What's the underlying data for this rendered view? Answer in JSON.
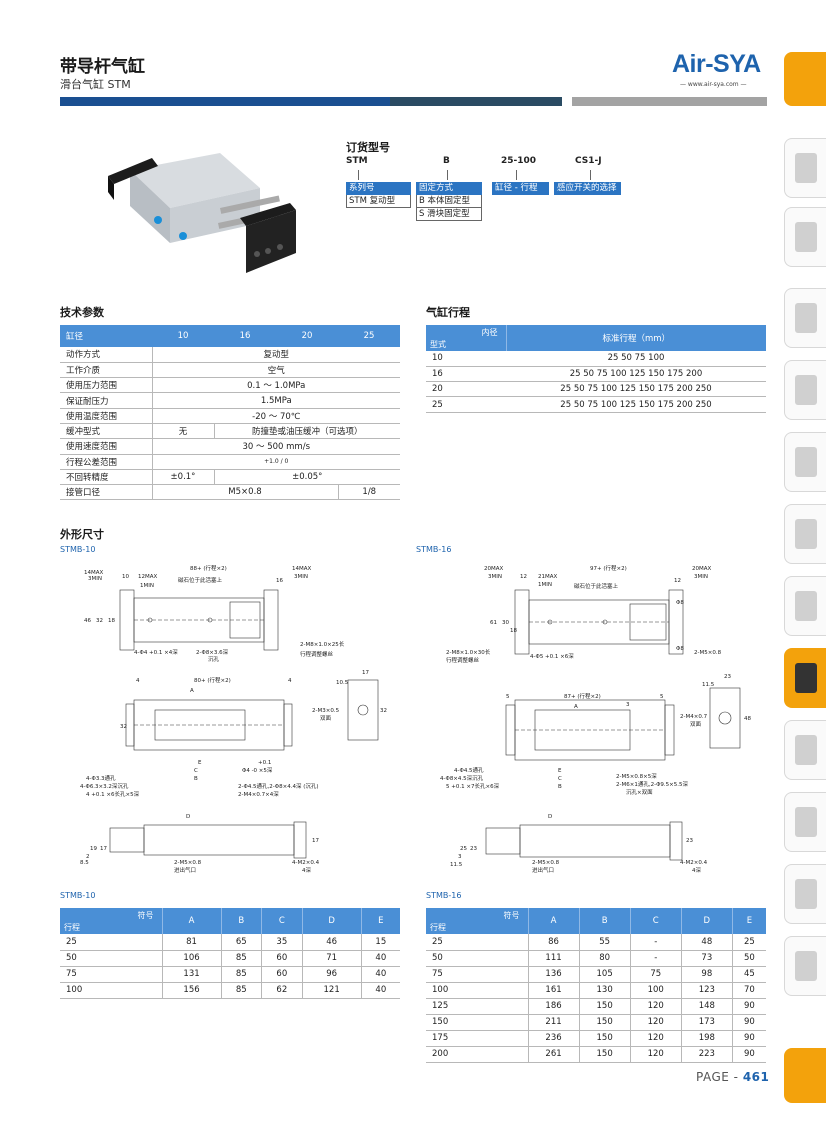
{
  "header": {
    "title": "带导杆气缸",
    "subtitle": "滑台气缸 STM",
    "logo": "Air-SYA",
    "logo_url": "— www.air-sya.com —"
  },
  "order": {
    "heading": "订货型号",
    "codes": [
      "STM",
      "B",
      "25-100",
      "CS1-J"
    ],
    "series_label": "系列号",
    "series_row": [
      "STM",
      "复动型"
    ],
    "fix_label": "固定方式",
    "fix_rows": [
      [
        "B",
        "本体固定型"
      ],
      [
        "S",
        "滑块固定型"
      ]
    ],
    "bore_stroke_label": "缸径 - 行程",
    "switch_label": "感应开关的选择"
  },
  "tech": {
    "heading": "技术参数",
    "header": [
      "缸径",
      "10",
      "16",
      "20",
      "25"
    ],
    "rows": {
      "action": [
        "动作方式",
        "复动型"
      ],
      "medium": [
        "工作介质",
        "空气"
      ],
      "pressure": [
        "使用压力范围",
        "0.1 ～ 1.0MPa"
      ],
      "proof": [
        "保证耐压力",
        "1.5MPa"
      ],
      "temp": [
        "使用温度范围",
        "-20 ～ 70℃"
      ],
      "cushion": [
        "缓冲型式",
        "无",
        "防撞垫或油压缓冲（可选项）"
      ],
      "speed": [
        "使用速度范围",
        "30 ～ 500 mm/s"
      ],
      "tolerance": [
        "行程公差范围",
        "+1.0 / 0"
      ],
      "rotation": [
        "不回转精度",
        "±0.1°",
        "±0.05°"
      ],
      "port": [
        "接管口径",
        "M5×0.8",
        "1/8"
      ]
    }
  },
  "stroke": {
    "heading": "气缸行程",
    "corner_top": "内径",
    "corner_bottom": "型式",
    "col": "标准行程（mm）",
    "rows": [
      [
        "10",
        "25 50 75 100"
      ],
      [
        "16",
        "25 50 75 100 125 150 175 200"
      ],
      [
        "20",
        "25 50 75 100 125 150 175 200 250"
      ],
      [
        "25",
        "25 50 75 100 125 150 175 200 250"
      ]
    ]
  },
  "outline": {
    "heading": "外形尺寸",
    "label_10": "STMB-10",
    "label_16": "STMB-16",
    "d10": {
      "top_dims": [
        "14MAX",
        "3MIN",
        "10",
        "12MAX",
        "1MIN",
        "88+ (行程×2)",
        "磁石位于此活塞上",
        "14MAX",
        "3MIN",
        "16"
      ],
      "side_dims": [
        "46",
        "32",
        "18"
      ],
      "notes": [
        "4-Φ4 +0.1 ×4深",
        "2-Φ8×3.6深",
        "沉孔",
        "2-M8×1.0×25长",
        "行程调整螺丝"
      ],
      "mid_dims": [
        "4",
        "80+ (行程×2)",
        "A",
        "4",
        "2-M3×0.5",
        "双面",
        "32",
        "10.5",
        "17",
        "32"
      ],
      "mid_notes": [
        "4-Φ3.3通孔",
        "4-Φ6.3×3.2深沉孔",
        "4 +0.1 ×6长孔×5深",
        "E",
        "C",
        "B",
        "Φ4 -0 ×5深",
        "+0.1",
        "2-Φ4.5通孔,2-Φ8×4.4深 (沉孔)",
        "2-M4×0.7×4深"
      ],
      "bottom_dims": [
        "D",
        "19",
        "17",
        "8.5",
        "2",
        "17",
        "2-M5×0.8",
        "进出气口",
        "4-M2×0.4",
        "4深"
      ]
    },
    "d16": {
      "top_dims": [
        "20MAX",
        "3MIN",
        "12",
        "21MAX",
        "1MIN",
        "97+ (行程×2)",
        "磁石位于此活塞上",
        "20MAX",
        "3MIN",
        "12"
      ],
      "side_dims": [
        "61",
        "30",
        "18"
      ],
      "notes": [
        "2-M8×1.0×30长",
        "行程调整螺丝",
        "4-Φ5 +0.1 ×6深",
        "2-M5×0.8",
        "Φ8",
        "Φ8"
      ],
      "mid_dims": [
        "5",
        "87+ (行程×2)",
        "A",
        "3",
        "5",
        "2-M4×0.7",
        "双面",
        "11.5",
        "23",
        "48"
      ],
      "mid_notes": [
        "4-Φ4.5通孔",
        "4-Φ8×4.5深沉孔",
        "5 +0.1 ×7长孔×6深",
        "E",
        "C",
        "B",
        "2-M5×0.8×5深",
        "2-M6×1通孔,2-Φ9.5×5.5深",
        "沉孔×双面"
      ],
      "bottom_dims": [
        "D",
        "25",
        "23",
        "11.5",
        "3",
        "23",
        "2-M5×0.8",
        "进出气口",
        "4-M2×0.4",
        "4深"
      ]
    }
  },
  "table10": {
    "label": "STMB-10",
    "corner_top": "符号",
    "corner_bottom": "行程",
    "cols": [
      "A",
      "B",
      "C",
      "D",
      "E"
    ],
    "rows": [
      [
        "25",
        "81",
        "65",
        "35",
        "46",
        "15"
      ],
      [
        "50",
        "106",
        "85",
        "60",
        "71",
        "40"
      ],
      [
        "75",
        "131",
        "85",
        "60",
        "96",
        "40"
      ],
      [
        "100",
        "156",
        "85",
        "62",
        "121",
        "40"
      ]
    ]
  },
  "table16": {
    "label": "STMB-16",
    "corner_top": "符号",
    "corner_bottom": "行程",
    "cols": [
      "A",
      "B",
      "C",
      "D",
      "E"
    ],
    "rows": [
      [
        "25",
        "86",
        "55",
        "-",
        "48",
        "25"
      ],
      [
        "50",
        "111",
        "80",
        "-",
        "73",
        "50"
      ],
      [
        "75",
        "136",
        "105",
        "75",
        "98",
        "45"
      ],
      [
        "100",
        "161",
        "130",
        "100",
        "123",
        "70"
      ],
      [
        "125",
        "186",
        "150",
        "120",
        "148",
        "90"
      ],
      [
        "150",
        "211",
        "150",
        "120",
        "173",
        "90"
      ],
      [
        "175",
        "236",
        "150",
        "120",
        "198",
        "90"
      ],
      [
        "200",
        "261",
        "150",
        "120",
        "223",
        "90"
      ]
    ]
  },
  "page": {
    "prefix": "PAGE - ",
    "number": "461"
  },
  "colors": {
    "brand": "#1e63ad",
    "accent": "#f3a20c",
    "table_header": "#4a8fd6"
  },
  "side_nav": [
    "filter-unit-icon",
    "filter-icon",
    "fitting-icon",
    "valve-icon",
    "solenoid-icon",
    "actuator-icon",
    "pump-icon",
    "cylinder-icon",
    "guide-cylinder-icon",
    "elbow-icon",
    "muffler-icon",
    "sensor-icon"
  ]
}
